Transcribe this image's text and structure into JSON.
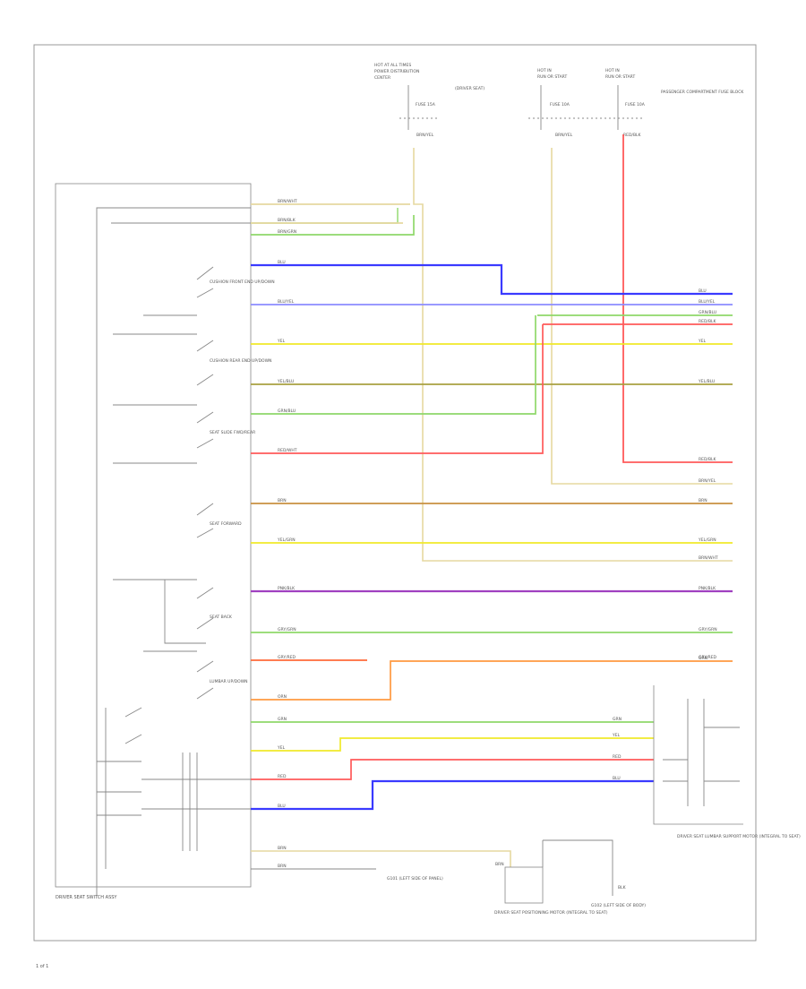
{
  "diagram": {
    "page_label": "1 of 1",
    "colors": {
      "tan": "#e6d8a0",
      "green": "#8fd86a",
      "blue": "#3a3aff",
      "lightblue": "#8c8cff",
      "yellow": "#f0ea2a",
      "olive": "#a8a040",
      "red": "#ff5a5a",
      "brown": "#c89040",
      "purple": "#a040c0",
      "orange": "#ff9a40",
      "orange_red": "#ff6a3a",
      "black": "#888888"
    },
    "module": {
      "label": "DRIVER SEAT SWITCH ASSY"
    },
    "top_sources": [
      {
        "id": "src1",
        "line1": "HOT AT ALL TIMES",
        "line2": "POWER DISTRIBUTION",
        "line3": "CENTER",
        "fuse": "FUSE 15A",
        "note": "(DRIVER SEAT)",
        "wire": "BRN/YEL"
      },
      {
        "id": "src2",
        "line1": "HOT IN",
        "line2": "RUN OR START",
        "fuse": "FUSE 10A",
        "wire": "BRN/YEL"
      },
      {
        "id": "src3",
        "line1": "HOT IN",
        "line2": "RUN OR START",
        "fuse": "FUSE 10A",
        "note": "PASSENGER COMPARTMENT FUSE BLOCK",
        "wire": "RED/BLK"
      }
    ],
    "switch_labels": [
      "CUSHION FRONT END UP/DOWN",
      "CUSHION REAR END UP/DOWN",
      "SEAT SLIDE FWD/REAR",
      "SEAT FORWARD",
      "SEAT BACK",
      "LUMBAR UP/DOWN"
    ],
    "wires": [
      {
        "left": "BRN/WHT",
        "right": "",
        "color": "tan"
      },
      {
        "left": "BRN/BLK",
        "right": "",
        "color": "tan"
      },
      {
        "left": "BRN/GRN",
        "right": "",
        "color": "green"
      },
      {
        "left": "BLU",
        "right": "BLU",
        "color": "blue"
      },
      {
        "left": "BLU/YEL",
        "right": "BLU/YEL",
        "color": "lightblue"
      },
      {
        "left": "",
        "right": "GRN/BLU",
        "color": "green"
      },
      {
        "left": "",
        "right": "RED/BLK",
        "color": "red"
      },
      {
        "left": "YEL",
        "right": "YEL",
        "color": "yellow"
      },
      {
        "left": "YEL/BLU",
        "right": "YEL/BLU",
        "color": "olive"
      },
      {
        "left": "GRN/BLU",
        "right": "",
        "color": "green"
      },
      {
        "left": "RED/WHT",
        "right": "",
        "color": "red"
      },
      {
        "left": "",
        "right": "RED/BLK",
        "color": "red"
      },
      {
        "left": "",
        "right": "BRN/YEL",
        "color": "green"
      },
      {
        "left": "BRN",
        "right": "BRN",
        "color": "brown"
      },
      {
        "left": "YEL/GRN",
        "right": "YEL/GRN",
        "color": "yellow"
      },
      {
        "left": "",
        "right": "BRN/WHT",
        "color": "tan"
      },
      {
        "left": "PNK/BLK",
        "right": "PNK/BLK",
        "color": "purple"
      },
      {
        "left": "GRY/GRN",
        "right": "GRY/GRN",
        "color": "green"
      },
      {
        "left": "GRY/RED",
        "right": "GRY/RED",
        "color": "orange_red"
      },
      {
        "left": "ORN",
        "right": "ORN",
        "color": "orange"
      },
      {
        "left": "GRN",
        "right": "GRN",
        "color": "green"
      },
      {
        "left": "YEL",
        "right": "YEL",
        "color": "yellow"
      },
      {
        "left": "RED",
        "right": "RED",
        "color": "red"
      },
      {
        "left": "BLU",
        "right": "BLU",
        "color": "blue"
      },
      {
        "left": "BRN",
        "right": "",
        "color": "tan"
      },
      {
        "left": "BRN",
        "right": "",
        "color": "black"
      }
    ],
    "right_module_label": "DRIVER SEAT LUMBAR SUPPORT MOTOR (INTEGRAL TO SEAT)",
    "bottom_labels": {
      "ground1": "G101 (LEFT SIDE OF PANEL)",
      "motor": "DRIVER SEAT POSITIONING MOTOR (INTEGRAL TO SEAT)",
      "ground2": "G102 (LEFT SIDE OF BODY)",
      "motor_wire": "BRN",
      "ground_wire": "BLK"
    }
  }
}
